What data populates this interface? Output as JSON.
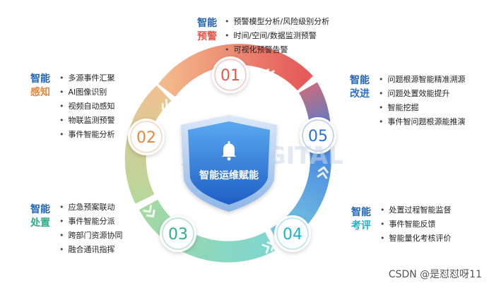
{
  "center_title": "智能运维赋能",
  "watermark": "数字 DIGITAL",
  "credit": "CSDN @是怼怼呀11",
  "stages": [
    {
      "num": "01",
      "head1": "智能",
      "head2": "预警",
      "accent": "#e2574c",
      "items": [
        "预警模型分析/风险级别分析",
        "时间/空间/数据监测预警",
        "可视化预警告警"
      ]
    },
    {
      "num": "02",
      "head1": "智能",
      "head2": "感知",
      "accent": "#e8883a",
      "items": [
        "多源事件汇聚",
        "AI图像识别",
        "视频自动感知",
        "物联监测预警",
        "事件智能分析"
      ]
    },
    {
      "num": "03",
      "head1": "智能",
      "head2": "处置",
      "accent": "#2cae8a",
      "items": [
        "应急预案联动",
        "事件智能分派",
        "跨部门资源协同",
        "融合通讯指挥"
      ]
    },
    {
      "num": "04",
      "head1": "智能",
      "head2": "考评",
      "accent": "#1fb3c6",
      "items": [
        "处置过程智能监督",
        "事件智能反馈",
        "智能量化考核评价"
      ]
    },
    {
      "num": "05",
      "head1": "智能",
      "head2": "改进",
      "accent": "#2d6fd1",
      "items": [
        "问题根源智能精准溯源",
        "问题处置效能提升",
        "智能挖掘",
        "事件智问题根源能推演"
      ]
    }
  ]
}
